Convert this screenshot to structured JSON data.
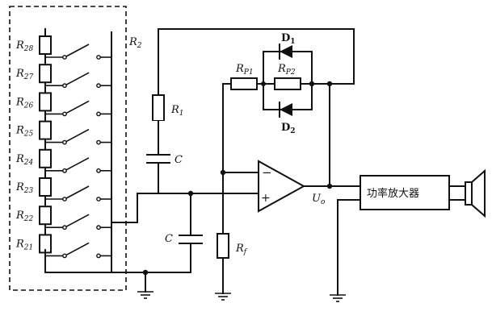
{
  "labels": {
    "r2": "R",
    "r2_sub": "2",
    "r1": "R",
    "r1_sub": "1",
    "c_upper": "C",
    "c_lower": "C",
    "rp1": "R",
    "rp1_sub": "P1",
    "rp2": "R",
    "rp2_sub": "P2",
    "d1": "D",
    "d1_sub": "1",
    "d2": "D",
    "d2_sub": "2",
    "rf": "R",
    "rf_sub": "f",
    "uo": "U",
    "uo_sub": "o",
    "opamp_minus": "−",
    "opamp_plus": "+",
    "amp_box": "功率放大器"
  },
  "resistor_bank": [
    {
      "name": "R",
      "sub": "28"
    },
    {
      "name": "R",
      "sub": "27"
    },
    {
      "name": "R",
      "sub": "26"
    },
    {
      "name": "R",
      "sub": "25"
    },
    {
      "name": "R",
      "sub": "24"
    },
    {
      "name": "R",
      "sub": "23"
    },
    {
      "name": "R",
      "sub": "22"
    },
    {
      "name": "R",
      "sub": "21"
    }
  ]
}
